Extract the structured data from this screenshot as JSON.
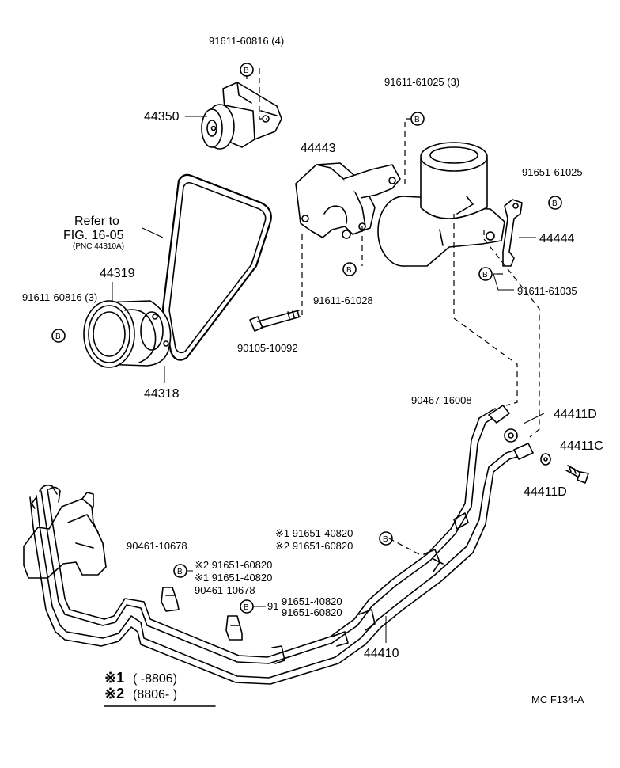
{
  "labels": {
    "bolt_top": "91611-60816 (4)",
    "pump_bracket_part": "44350",
    "bolt_pump_top": "91611-61025 (3)",
    "bracket_part": "44443",
    "reservoir_bolt": "91651-61025",
    "stay_part": "44444",
    "refer_line1": "Refer to",
    "refer_line2": "FIG. 16-05",
    "refer_line3": "(PNC 44310A)",
    "belt_part": "44319",
    "bolt_left": "91611-60816 (3)",
    "bolt_bracket_bottom": "91611-61028",
    "stay_bolt": "91611-61035",
    "bolt_long": "90105-10092",
    "pulley_part": "44318",
    "union_bolt_part": "90467-16008",
    "gasket_upper": "44411D",
    "union_bolt": "44411C",
    "gasket_lower": "44411D",
    "clamp_left": "90461-10678",
    "note1_a": "※2 91651-60820",
    "note1_b": "※1 91651-40820",
    "clamp_mid": "90461-10678",
    "bolt_mid_1": "91651-40820",
    "bolt_mid_2": "91651-60820",
    "bolt_right_1": "※1 91651-40820",
    "bolt_right_2": "※2 91651-60820",
    "tube_part": "44410",
    "mid_prefix": "91",
    "legend_mark1": "※1",
    "legend_range1": "(      -8806)",
    "legend_mark2": "※2",
    "legend_range2": "(8806-       )",
    "figure_code": "MC  F134-A",
    "b_mark": "B"
  }
}
